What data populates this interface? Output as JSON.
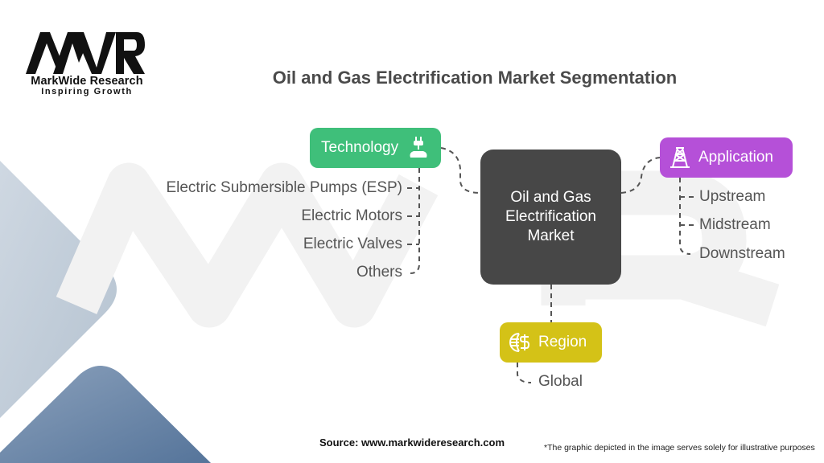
{
  "brand": {
    "logo_mark": "MWR",
    "name": "MarkWide Research",
    "tagline": "Inspiring Growth"
  },
  "title": "Oil and Gas Electrification Market Segmentation",
  "diagram": {
    "center": {
      "label": "Oil and Gas Electrification Market",
      "color": "#474747"
    },
    "branches": [
      {
        "id": "technology",
        "label": "Technology",
        "icon": "electric-plug-icon",
        "color": "#3fbf7a",
        "items": [
          "Electric Submersible Pumps (ESP)",
          "Electric Motors",
          "Electric Valves",
          "Others"
        ]
      },
      {
        "id": "application",
        "label": "Application",
        "icon": "oil-rig-tower-icon",
        "color": "#b550d8",
        "items": [
          "Upstream",
          "Midstream",
          "Downstream"
        ]
      },
      {
        "id": "region",
        "label": "Region",
        "icon": "globe-currency-icon",
        "color": "#d4c217",
        "items": [
          "Global"
        ]
      }
    ]
  },
  "footer": {
    "source": "Source: www.markwideresearch.com",
    "disclaimer": "*The graphic depicted in the image serves solely for illustrative purposes"
  }
}
